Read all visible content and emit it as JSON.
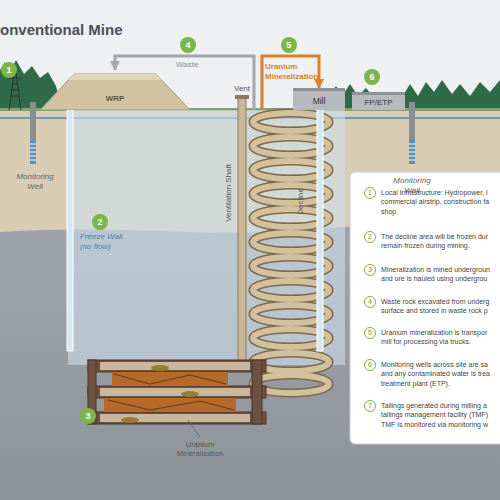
{
  "diagram": {
    "title": "onventional Mine",
    "nodes": [
      {
        "text": [
          "WRP"
        ]
      },
      {
        "text": [
          "Vent",
          "Ventilation Shaft"
        ]
      },
      {
        "text": [
          "Mill"
        ]
      },
      {
        "text": [
          "FP/ETP"
        ]
      },
      {
        "text": [
          "Freeze Wall (no flow)"
        ]
      },
      {
        "text": [
          "Decline"
        ]
      }
    ],
    "edges": [
      {
        "from": 5,
        "to": 0,
        "label": "Waste",
        "arrow": "to"
      },
      {
        "from": 5,
        "to": 2,
        "label": "Uranium Mineralization",
        "arrow": "to"
      }
    ],
    "labels": [
      "1",
      "4",
      "5",
      "6",
      "Monitoring Well",
      "Monitoring Well",
      "2",
      "3",
      "Uranium Mineralization",
      "1",
      "Local Infrastructure: Hydropower, l commercial airstrip, construction fa shop.",
      "2",
      "The decline area will be frozen dur remain frozen during mining.",
      "3",
      "Mineralization is mined undergroun and ore is hauled using undergrou",
      "4",
      "Waste rock excavated from underg surface and stored in waste rock p",
      "5",
      "Uranium mineralization is transpor mill for processing via trucks.",
      "6",
      "Monitoring wells across site are sa and any contaminated water is trea treatment plant (ETP).",
      "7",
      "Tailings generated during milling a tailings management facility (TMF) TMF is monitored via monitoring w"
    ]
  }
}
